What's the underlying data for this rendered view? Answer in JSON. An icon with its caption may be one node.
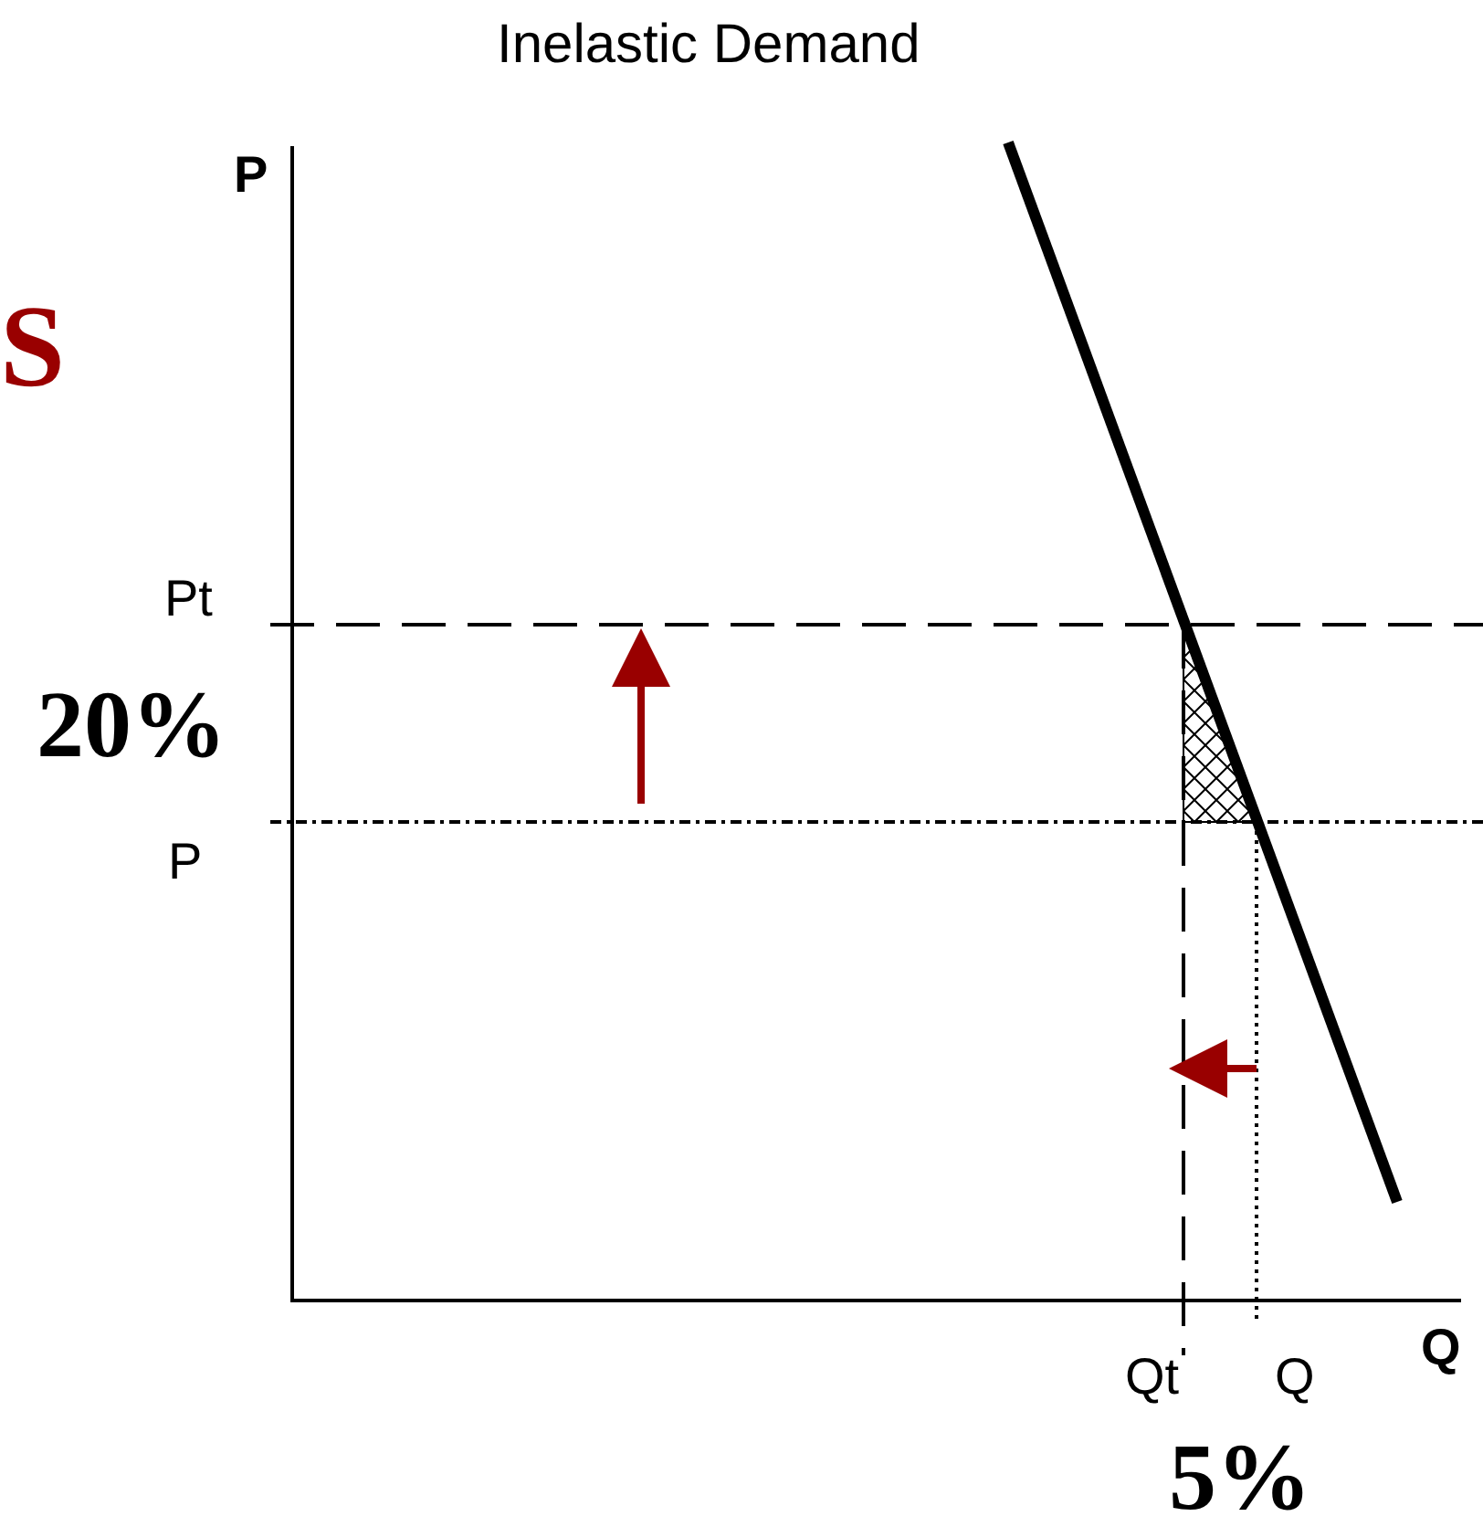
{
  "diagram": {
    "title": "Inelastic Demand",
    "labels": [
      "P",
      "S",
      "Pt",
      "20%",
      "P",
      "Q",
      "Qt",
      "Q",
      "5%"
    ]
  }
}
